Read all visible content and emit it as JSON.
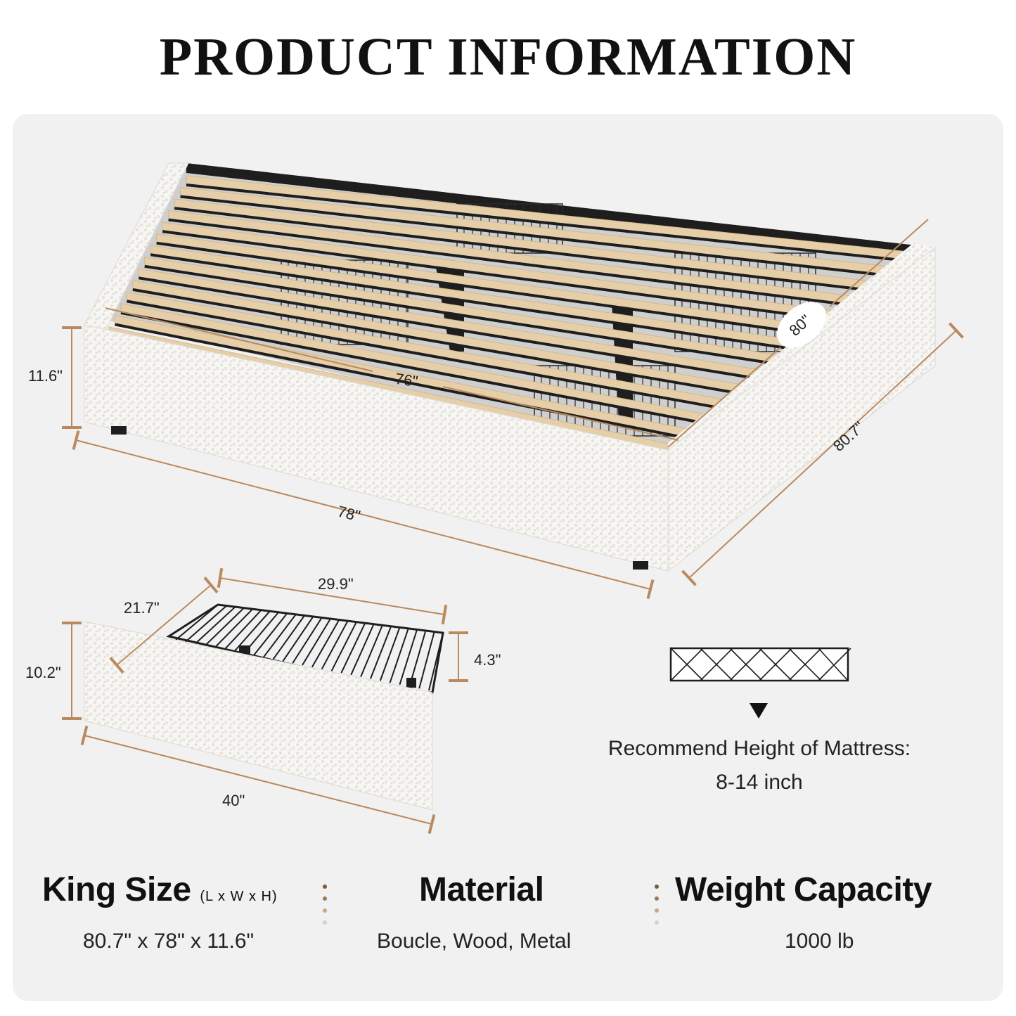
{
  "title": "PRODUCT INFORMATION",
  "bed_dimensions": {
    "height": "11.6\"",
    "length_outer": "78\"",
    "length_inner": "76\"",
    "width_inner": "80\"",
    "width_outer": "80.7\""
  },
  "drawer_dimensions": {
    "basket_width": "29.9\"",
    "basket_depth": "21.7\"",
    "basket_height": "4.3\"",
    "front_height": "10.2\"",
    "front_width": "40\""
  },
  "mattress": {
    "line1": "Recommend Height of Mattress:",
    "line2": "8-14 inch"
  },
  "specs": {
    "size": {
      "heading": "King Size",
      "sub": "(L x W x H)",
      "value": "80.7\" x 78\" x 11.6\""
    },
    "material": {
      "heading": "Material",
      "value": "Boucle, Wood,  Metal"
    },
    "weight": {
      "heading": "Weight Capacity",
      "value": "1000 lb"
    }
  },
  "colors": {
    "dimension_line": "#b98a5e",
    "panel": "#f1f1f1",
    "boucle": "#f7f6f3",
    "slat": "#e6cfa8",
    "metal": "#1e1e1e"
  },
  "icons": {
    "mattress": "mattress-quilted-icon",
    "arrow": "triangle-down-icon"
  }
}
